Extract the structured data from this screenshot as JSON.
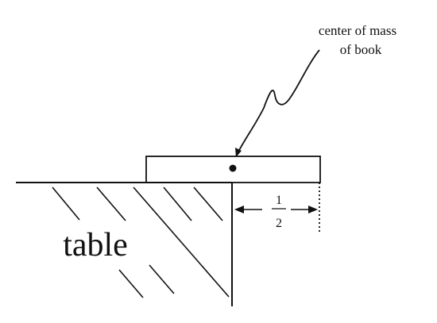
{
  "annotation": {
    "line1": "center of mass",
    "line2": "of book"
  },
  "dimension": {
    "numerator": "1",
    "denominator": "2"
  },
  "table_label": "table",
  "colors": {
    "ink": "#111111",
    "background": "#ffffff"
  }
}
